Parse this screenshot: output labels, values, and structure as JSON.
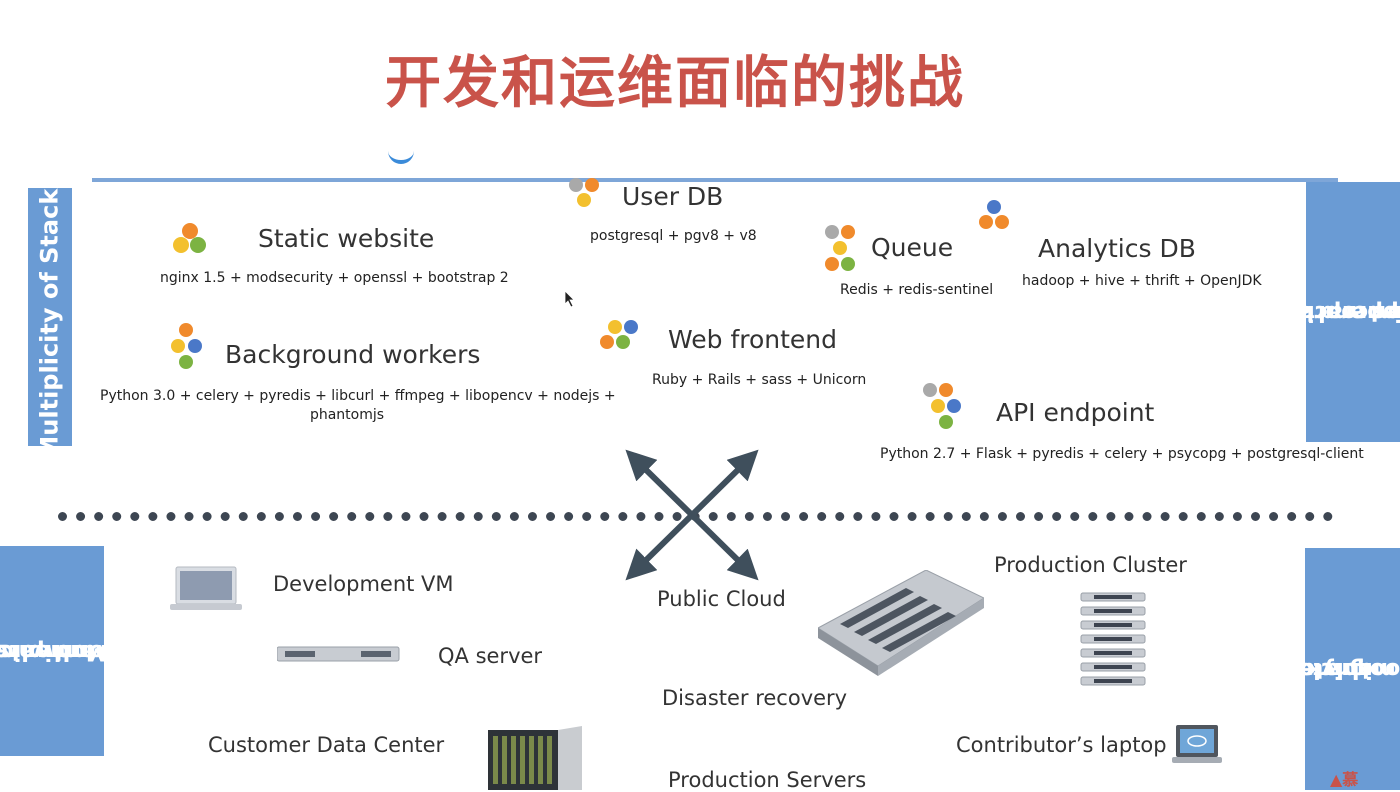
{
  "title": "开发和运维面临的挑战",
  "side_labels": {
    "stacks": "Multiplicity of Stacks",
    "hardware": [
      "Multiplicity of",
      "hardware",
      "environments"
    ],
    "interact": [
      "Do services and apps",
      "interact",
      "appropriately?"
    ],
    "migrate": [
      "Can I migrate",
      "smoothly and",
      "quickly?"
    ]
  },
  "services": {
    "static_website": {
      "name": "Static website",
      "stack": "nginx 1.5 + modsecurity + openssl + bootstrap 2"
    },
    "user_db": {
      "name": "User DB",
      "stack": "postgresql + pgv8 + v8"
    },
    "queue": {
      "name": "Queue",
      "stack": "Redis + redis-sentinel"
    },
    "analytics_db": {
      "name": "Analytics DB",
      "stack": "hadoop + hive + thrift + OpenJDK"
    },
    "background_workers": {
      "name": "Background workers",
      "stack_line1": "Python 3.0 + celery + pyredis + libcurl + ffmpeg + libopencv + nodejs +",
      "stack_line2": "phantomjs"
    },
    "web_frontend": {
      "name": "Web frontend",
      "stack": "Ruby + Rails + sass + Unicorn"
    },
    "api_endpoint": {
      "name": "API endpoint",
      "stack": "Python 2.7 + Flask + pyredis + celery + psycopg + postgresql-client"
    }
  },
  "environments": {
    "dev_vm": "Development VM",
    "qa_server": "QA server",
    "public_cloud": "Public Cloud",
    "disaster_recovery": "Disaster recovery",
    "customer_dc": "Customer Data Center",
    "production_servers": "Production Servers",
    "production_cluster": "Production Cluster",
    "contributor_laptop": "Contributor’s laptop"
  },
  "colors": {
    "title": "#c9534a",
    "side_box": "#6a9bd4",
    "hex_gray": "#a9a9a9",
    "hex_orange": "#f08a2c",
    "hex_yellow": "#f3c02e",
    "hex_green": "#7cb342",
    "hex_blue": "#4a78c8",
    "arrows": "#3f4f5c"
  }
}
